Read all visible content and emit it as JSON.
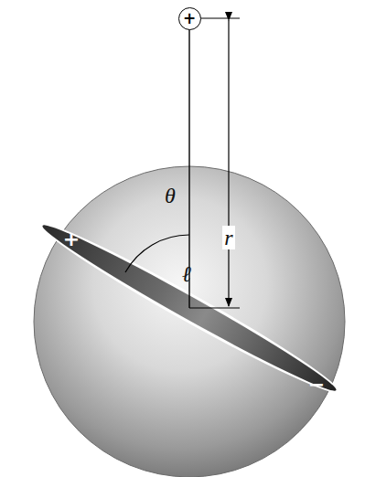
{
  "diagram": {
    "nodes": [
      {
        "text": [
          "+"
        ]
      }
    ],
    "labels": [
      "+",
      "−",
      "θ",
      "ℓ",
      "r"
    ]
  }
}
